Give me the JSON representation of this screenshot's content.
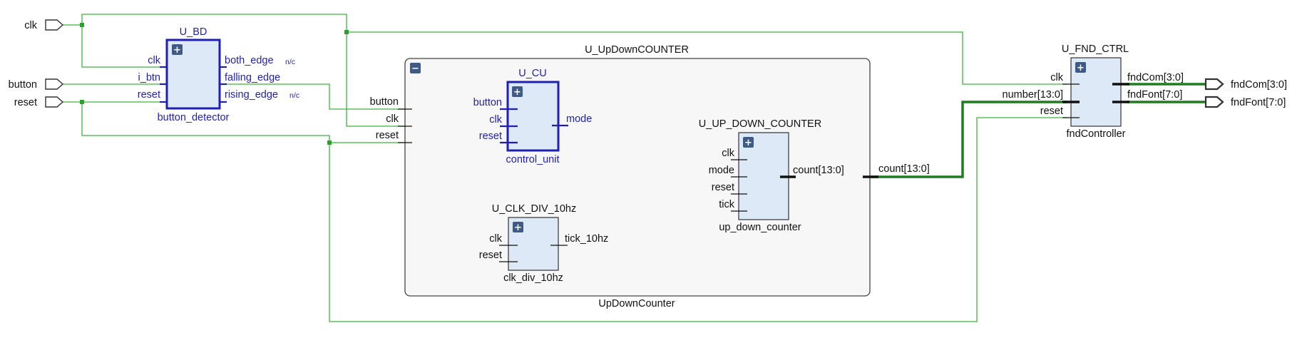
{
  "ports": {
    "clk": "clk",
    "button": "button",
    "reset": "reset",
    "fndCom": "fndCom[3:0]",
    "fndFont": "fndFont[7:0]"
  },
  "u_bd": {
    "instance": "U_BD",
    "module": "button_detector",
    "pins": {
      "clk": "clk",
      "i_btn": "i_btn",
      "reset": "reset",
      "both_edge": "both_edge",
      "falling_edge": "falling_edge",
      "rising_edge": "rising_edge"
    },
    "nc": "n/c"
  },
  "u_updown": {
    "instance": "U_UpDownCOUNTER",
    "module": "UpDownCounter",
    "pins": {
      "button": "button",
      "clk": "clk",
      "reset": "reset"
    }
  },
  "u_cu": {
    "instance": "U_CU",
    "module": "control_unit",
    "pins": {
      "button": "button",
      "clk": "clk",
      "reset": "reset",
      "mode": "mode"
    }
  },
  "u_udc": {
    "instance": "U_UP_DOWN_COUNTER",
    "module": "up_down_counter",
    "pins": {
      "clk": "clk",
      "mode": "mode",
      "reset": "reset",
      "tick": "tick",
      "count": "count[13:0]"
    }
  },
  "u_clk_div": {
    "instance": "U_CLK_DIV_10hz",
    "module": "clk_div_10hz",
    "pins": {
      "clk": "clk",
      "reset": "reset",
      "tick": "tick_10hz"
    }
  },
  "u_fnd": {
    "instance": "U_FND_CTRL",
    "module": "fndController",
    "pins": {
      "clk": "clk",
      "number": "number[13:0]",
      "reset": "reset",
      "fndCom": "fndCom[3:0]",
      "fndFont": "fndFont[7:0]"
    }
  },
  "hier_out": "count[13:0]",
  "buttons": {
    "expand": "+",
    "collapse": "−"
  }
}
